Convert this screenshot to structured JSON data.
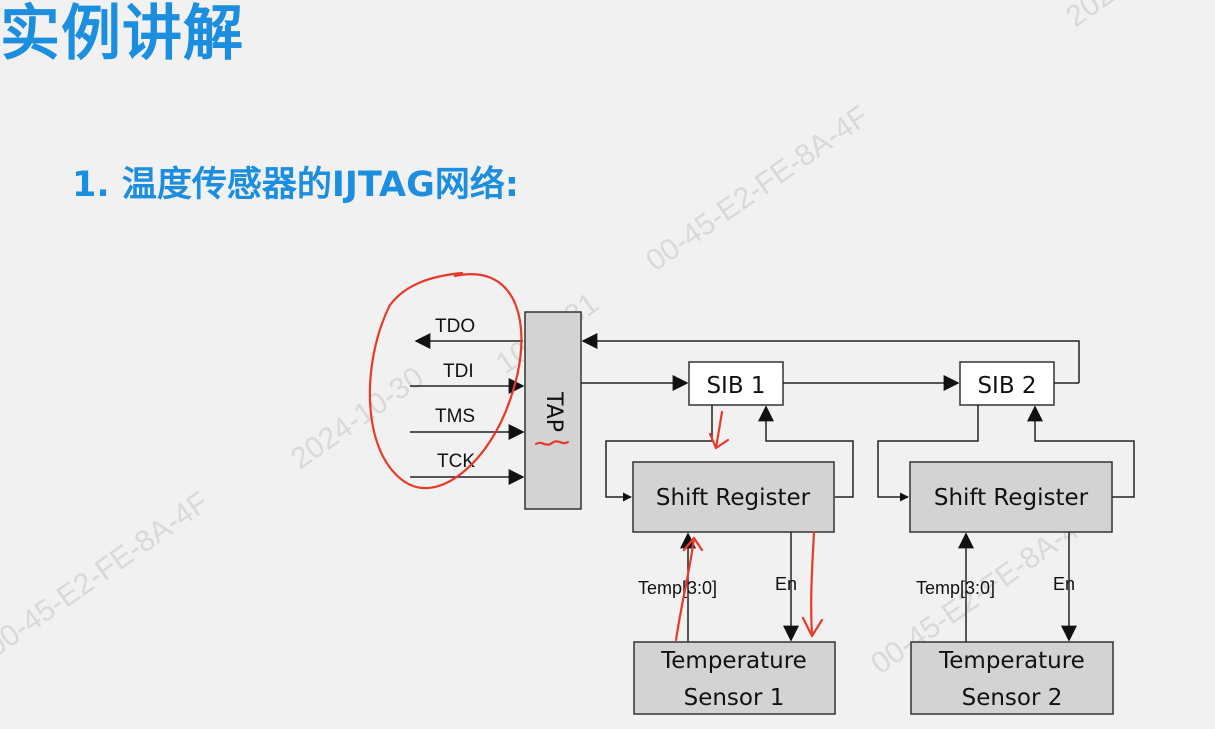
{
  "title": "实例讲解",
  "subtitle": "1. 温度传感器的IJTAG网络:",
  "diagram": {
    "tap": "TAP",
    "signals": [
      "TDO",
      "TDI",
      "TMS",
      "TCK"
    ],
    "sib1": "SIB 1",
    "sib2": "SIB 2",
    "shift_register_1": "Shift Register",
    "shift_register_2": "Shift Register",
    "temp_label_1": "Temp[3:0]",
    "temp_label_2": "Temp[3:0]",
    "en_label_1": "En",
    "en_label_2": "En",
    "sensor_1_line1": "Temperature",
    "sensor_1_line2": "Sensor 1",
    "sensor_2_line1": "Temperature",
    "sensor_2_line2": "Sensor 2"
  },
  "watermark": {
    "date": "2024-10-30",
    "time": "10:56:31",
    "id": "00-45-E2-FE-8A-4F"
  },
  "colors": {
    "title": "#1b8ee0",
    "annotation": "#e8392b",
    "box_fill": "#d3d3d3"
  }
}
